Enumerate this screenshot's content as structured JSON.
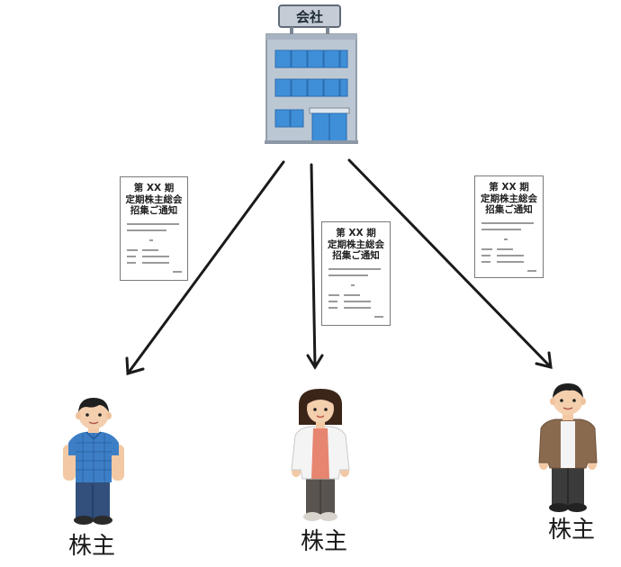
{
  "building": {
    "sign": "会社"
  },
  "notice": {
    "line1": "第 XX 期",
    "line2": "定期株主総会",
    "line3": "招集ご通知"
  },
  "shareholders": [
    {
      "label": "株主"
    },
    {
      "label": "株主"
    },
    {
      "label": "株主"
    }
  ],
  "colors": {
    "arrow": "#1a1a1a",
    "building_blue": "#3f8fd8",
    "building_gray": "#bcc7d4",
    "shirt_blue": "#3d7fc6",
    "pants_navy": "#33507c",
    "jacket_brown": "#8a6a4e",
    "cardigan_white": "#f4f4f4",
    "top_pink": "#e68570"
  }
}
